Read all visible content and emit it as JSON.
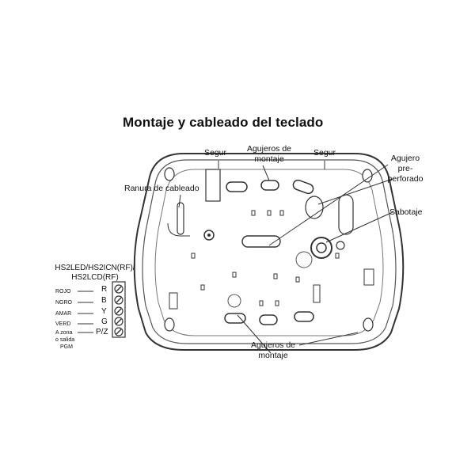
{
  "title": "Montaje y cableado del teclado",
  "labels": {
    "segur_left": "Segur",
    "segur_right": "Segur",
    "agujeros_top_1": "Agujeros de",
    "agujeros_top_2": "montaje",
    "agujero_pre_1": "Agujero",
    "agujero_pre_2": "pre-",
    "agujero_pre_3": "perforado",
    "ranura": "Ranura de cableado",
    "sabotaje": "Sabotaje",
    "agujeros_bottom_1": "Agujeros de",
    "agujeros_bottom_2": "montaje",
    "models_1": "HS2LED/HS2ICN(RF)/",
    "models_2": "HS2LCD(RF)"
  },
  "terminals": [
    {
      "wire": "ROJO",
      "letter": "R"
    },
    {
      "wire": "NGRO",
      "letter": "B"
    },
    {
      "wire": "AMAR",
      "letter": "Y"
    },
    {
      "wire": "VERD",
      "letter": "G"
    },
    {
      "wire": "A zona",
      "letter": "P/Z"
    }
  ],
  "terminal_extra": [
    "o salida",
    "PGM"
  ],
  "colors": {
    "line": "#333333",
    "fill": "#f2f2f2",
    "white": "#ffffff"
  }
}
